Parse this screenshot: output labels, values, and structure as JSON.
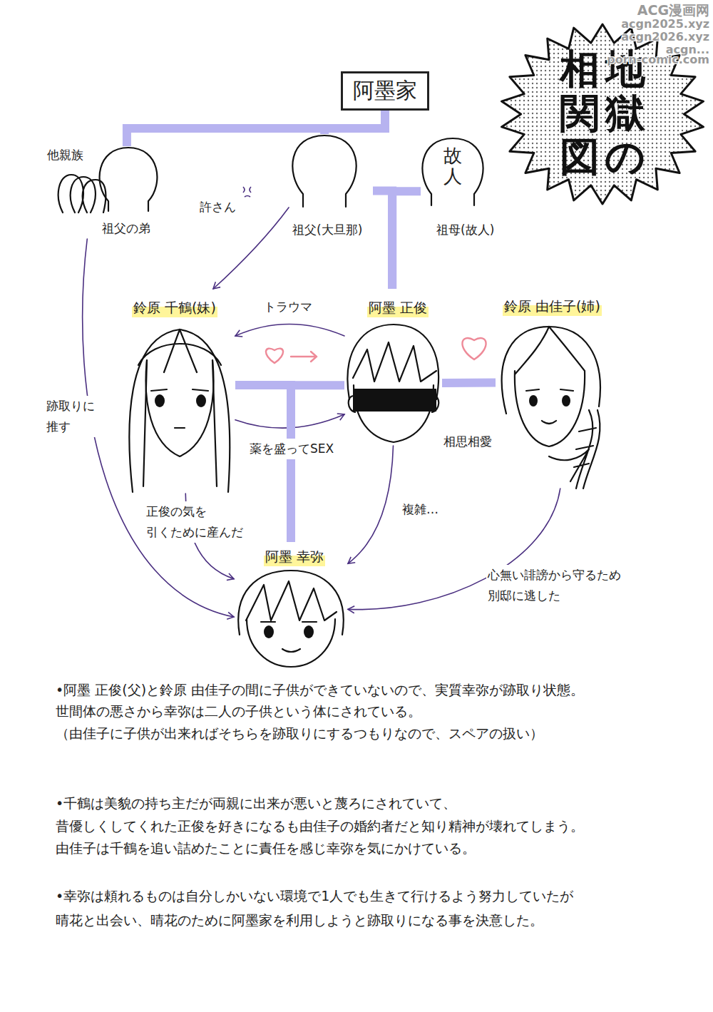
{
  "diagram": {
    "title": "地獄の相関図",
    "nodes": [
      {
        "text": [
          "阿墨家"
        ]
      },
      {
        "text": [
          "他親族"
        ]
      },
      {
        "text": [
          "祖父の弟"
        ]
      },
      {
        "text": [
          "祖父(大旦那)"
        ]
      },
      {
        "text": [
          "故人",
          "祖母(故人)"
        ]
      },
      {
        "text": [
          "鈴原 千鶴(妹)"
        ]
      },
      {
        "text": [
          "阿墨 正俊"
        ]
      },
      {
        "text": [
          "鈴原 由佳子(姉)"
        ]
      },
      {
        "text": [
          "阿墨 幸弥"
        ]
      }
    ],
    "edges": [
      {
        "from": 0,
        "to": 2,
        "arrow": "none"
      },
      {
        "from": 0,
        "to": 3,
        "arrow": "none"
      },
      {
        "from": 3,
        "to": 6,
        "arrow": "none"
      },
      {
        "from": 4,
        "to": 6,
        "arrow": "none"
      },
      {
        "from": 3,
        "to": 5,
        "label": "許さん",
        "arrow": "to"
      },
      {
        "from": 6,
        "to": 5,
        "label": "トラウマ",
        "arrow": "to"
      },
      {
        "from": 5,
        "to": 6,
        "label": "薬を盛ってSEX",
        "arrow": "to"
      },
      {
        "from": 6,
        "to": 7,
        "label": "相思相愛",
        "arrow": "none"
      },
      {
        "from": 5,
        "to": 8,
        "arrow": "none"
      },
      {
        "from": 6,
        "to": 8,
        "arrow": "none"
      },
      {
        "from": 5,
        "to": 8,
        "label": "正俊の気を 引くために産んだ",
        "arrow": "to"
      },
      {
        "from": 6,
        "to": 8,
        "label": "複雑…",
        "arrow": "to"
      },
      {
        "from": 7,
        "to": 8,
        "label": "心無い誹謗から守るため 別邸に逃した",
        "arrow": "to"
      },
      {
        "from": 2,
        "to": 8,
        "label": "跡取りに 推す",
        "arrow": "to"
      }
    ],
    "labels": [
      "ACG漫画网",
      "acgn2025.xyz",
      "acgn2026.xyz",
      "acgn...",
      "porn-comic.com",
      "•阿墨 正俊(父)と鈴原 由佳子の間に子供ができていないので、実質幸弥が跡取り状態。",
      "世間体の悪さから幸弥は二人の子供という体にされている。",
      "（由佳子に子供が出来ればそちらを跡取りにするつもりなので、スペアの扱い）",
      "•千鶴は美貌の持ち主だが両親に出来が悪いと蔑ろにされていて、",
      "昔優しくしてくれた正俊を好きになるも由佳子の婚約者だと知り精神が壊れてしまう。",
      "由佳子は千鶴を追い詰めたことに責任を感じ幸弥を気にかけている。",
      "•幸弥は頼れるものは自分しかいない環境で1人でも生きて行けるよう努力していたが",
      "晴花と出会い、晴花のために阿墨家を利用しようと跡取りになる事を決意した。"
    ]
  }
}
